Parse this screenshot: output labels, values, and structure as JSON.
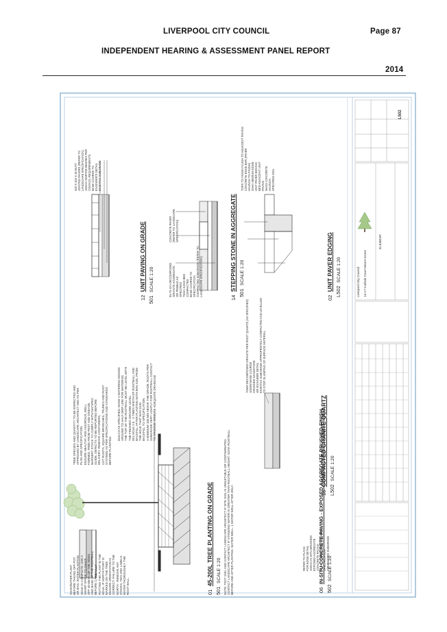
{
  "header": {
    "council": "LIVERPOOL CITY COUNCIL",
    "page": "Page 87",
    "report": "INDEPENDENT HEARING & ASSESSMENT PANEL REPORT",
    "year": "2014"
  },
  "drawing": {
    "details": [
      {
        "ref": "12",
        "sheet": "501",
        "title": "UNIT PAVING ON GRADE",
        "scale": "SCALE 1:20"
      },
      {
        "ref": "14",
        "sheet": "501",
        "title": "STEPPING STONE IN AGGREGATE",
        "scale": "SCALE 1:20"
      },
      {
        "ref": "02",
        "sheet": "L502",
        "title": "UNIT PAVER EDGING",
        "scale": "SCALE 1:20"
      },
      {
        "ref": "01",
        "sheet": "501",
        "title": "45-200L TREE PLANTING ON GRADE",
        "scale": "SCALE 1:20"
      },
      {
        "ref": "16",
        "sheet": "L502",
        "title": "COMPACTED GRANITE QUARTZ",
        "scale": "SCALE 1:20"
      },
      {
        "ref": "06",
        "sheet": "502",
        "title": "IN-SITU CONCRETE PAVING - EXPOSED AGGREGATE BRUSHED FINISH",
        "scale": "SCALE 1:20"
      }
    ],
    "notes": {
      "tree": "TREE SPECIES AND QUANTITY TO BE INSPECTED AND\nAPPROVED BY LANDSCAPE ARCHITECT AND AS PER\nPLAN AND SPECIFICATION.\nENSURE HEALTHY AND VIGOROUS, WELL\nFORMED, FREE FROM PEST AND DISEASE.\nNURSERY STOCK TO COMPLY WITH NATSPEC\nGUIDE. DEFECTS TO BE REPORTED BEFORE\nDELIVERY. REMOVE CONTAINERS,\nCUT ROOTS, SQUARE BRANCHES, TRUNKS AND ROOT\nSYSTEMS AS PER SPECIFICATIONS AND STANDARDS\nBEFORE PLANTING.",
      "mulch": "MULCH AS SPECIFIED. MAKE A WATERING MOUND\nAROUND TO HALF DRIP LINE FOR WATERING\nTHE TOP OF THE ROOTBALL MUST BE LEVEL WITH\nTHE FINISHED GROUND LEVEL.\nDIG HOLE 2.5 - 3 TIMES WIDTH OF ROOTBALL AND\nBACKFILL AFTER PLANTING WITH 50% SOIL FROM\nTHE HOLE THAT WAS DUG.\nBACKFILL TO SPECIFICATION.\nA MINIMUM 150 MM ABOVE THE GRADE. ROOTS PER\nSUBGRADE VERY LIGHTLY FOR ROOTBALL CONTACT\nTO GROUND. ENSURE ADEQUATE DRAINAGE",
      "soakwater": "SOAK/WATER PLANT\nBEFORE TAKING OFF POT\nOR BAG. WATER PLANTING\nHOLE IS COMPLETE. USE A\nSHARP SPADE TO SHAVE\nOFF 40-50mm OF THE SIDES\nAND BASE OF THE ROOTBALL\nBEFORE CAREFULLY\nPUTTING THE PLANT IN THE\nHOLE. IF NORTH POINT IS\nMARKED ON THE TREE\nENSURE ORIENTATION IS\nCORRECT. FAILURE TO THE\nNORTH - REMOVE ANY\nSTAKES, TIES AND LABELS.\nWATER THOROUGHLY THE\nROOT BALL.",
      "general": "NOTE: TEST SOIL AND CONTACT LANDSCAPE ARCHITECT IF SITE SOIL IS UNSUITABLE OR CONTAMINATED.\nCONTACT LANDSCAPE ARCHITECT IF STANDING WATER IS GREATER THAN ROOTBALL HEIGHT. SOAK ROOTBALL\nBEFORE AND AFTER PLANTING. WATER WELL. 1 WATER WELL AFTER ONLY.",
      "unit_paving": "400 X 400 X 30 BUTT\nJOINTED PAVERS (REFER TO\nLANDSCAPE SPECIFICATION)\n150mm MORTAR BED/MIX PER\nCOUNCIL REQUIREMENTS\nBASE COURSE TO\nENGINEER'S DETAIL\nEXISTING SUBGRADE",
      "stepping": "65-75 mm DECOMPOSED\nGRANITE AGGREGATE\nOR PEBBLE AS\nSPECIFIED\n75mm SAND BED\nCOMPACTED\nBASE COURSE TO\nSPECIFICATION\nCOMPACTED SUBGRADE (REFER TO\nLANDSCAPE SPECIFICATION)",
      "stepping_right": "CONCRETE PAVER\n(REFER TO LANDSCAPE\nSPECIFICATION)",
      "edging": "TOPS TO FINISH FLUSH TO ADJACENT PAVING\nCONCRETE EDGE BAR (PAVER\nHAUNCH TO FINISH)\n20mm MEDIUM EDGE\nUNIT PAVER EDGING\nBED ADJACENT UNIT\nPAVING\nMASS CONCRETE\nHAUNCH\nSPECIFIED SOIL",
      "quartz": "75MM DECOMPOSED GRANITE PER ROOT QUARTZ (AS SPECIFIED)\n100MM BASE COURSE\nCRUSHED SANDSTONE\nOR ENGINEER DETAIL\nEXISTING SUBGRADE APPROPRIATELY COMPACTED AND LEVELLED\nTO STOP SLUMPING OF SURFACE MATERIAL",
      "concrete": "REFER TO PLANS\nFOR EDGE DETAIL\n100mm IN-SITU BRUSHED\nEXPOSED AGGREGATE\nCONCRETE PAVING\nBASE COURSE TO ENGINEER'S\nSPECIFICATION\nCOMPACTED SUBGRADE"
    },
    "title_block": {
      "client": "Liverpool City Council",
      "project": "13-17 Carlisle Court Moore Grove",
      "sheet": "L502",
      "firm": "ELEMENT"
    }
  }
}
